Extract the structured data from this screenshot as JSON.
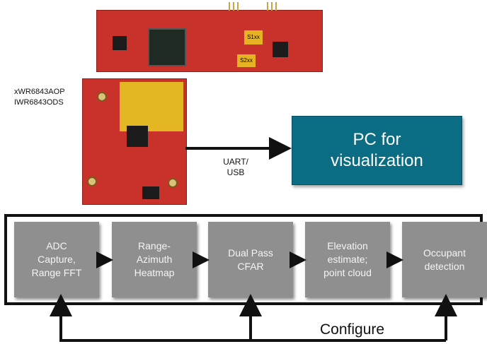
{
  "device_labels": [
    "xWR6843AOP",
    "IWR6843ODS"
  ],
  "board_markings": {
    "chip_a": "S1xx",
    "chip_b": "S2xx"
  },
  "pc_box": {
    "line1": "PC for",
    "line2": "visualization"
  },
  "connection_label": {
    "line1": "UART/",
    "line2": "USB"
  },
  "pipeline": [
    {
      "id": "adc",
      "label": "ADC\nCapture,\nRange FFT"
    },
    {
      "id": "heatmap",
      "label": "Range-\nAzimuth\nHeatmap"
    },
    {
      "id": "cfar",
      "label": "Dual Pass\nCFAR"
    },
    {
      "id": "elevation",
      "label": "Elevation\nestimate;\npoint cloud"
    },
    {
      "id": "occupant",
      "label": "Occupant\ndetection"
    }
  ],
  "configure_label": "Configure",
  "colors": {
    "pc_box": "#0a6d84",
    "block": "#8f8f8f",
    "board": "#c8322a",
    "antenna": "#e5b623"
  }
}
